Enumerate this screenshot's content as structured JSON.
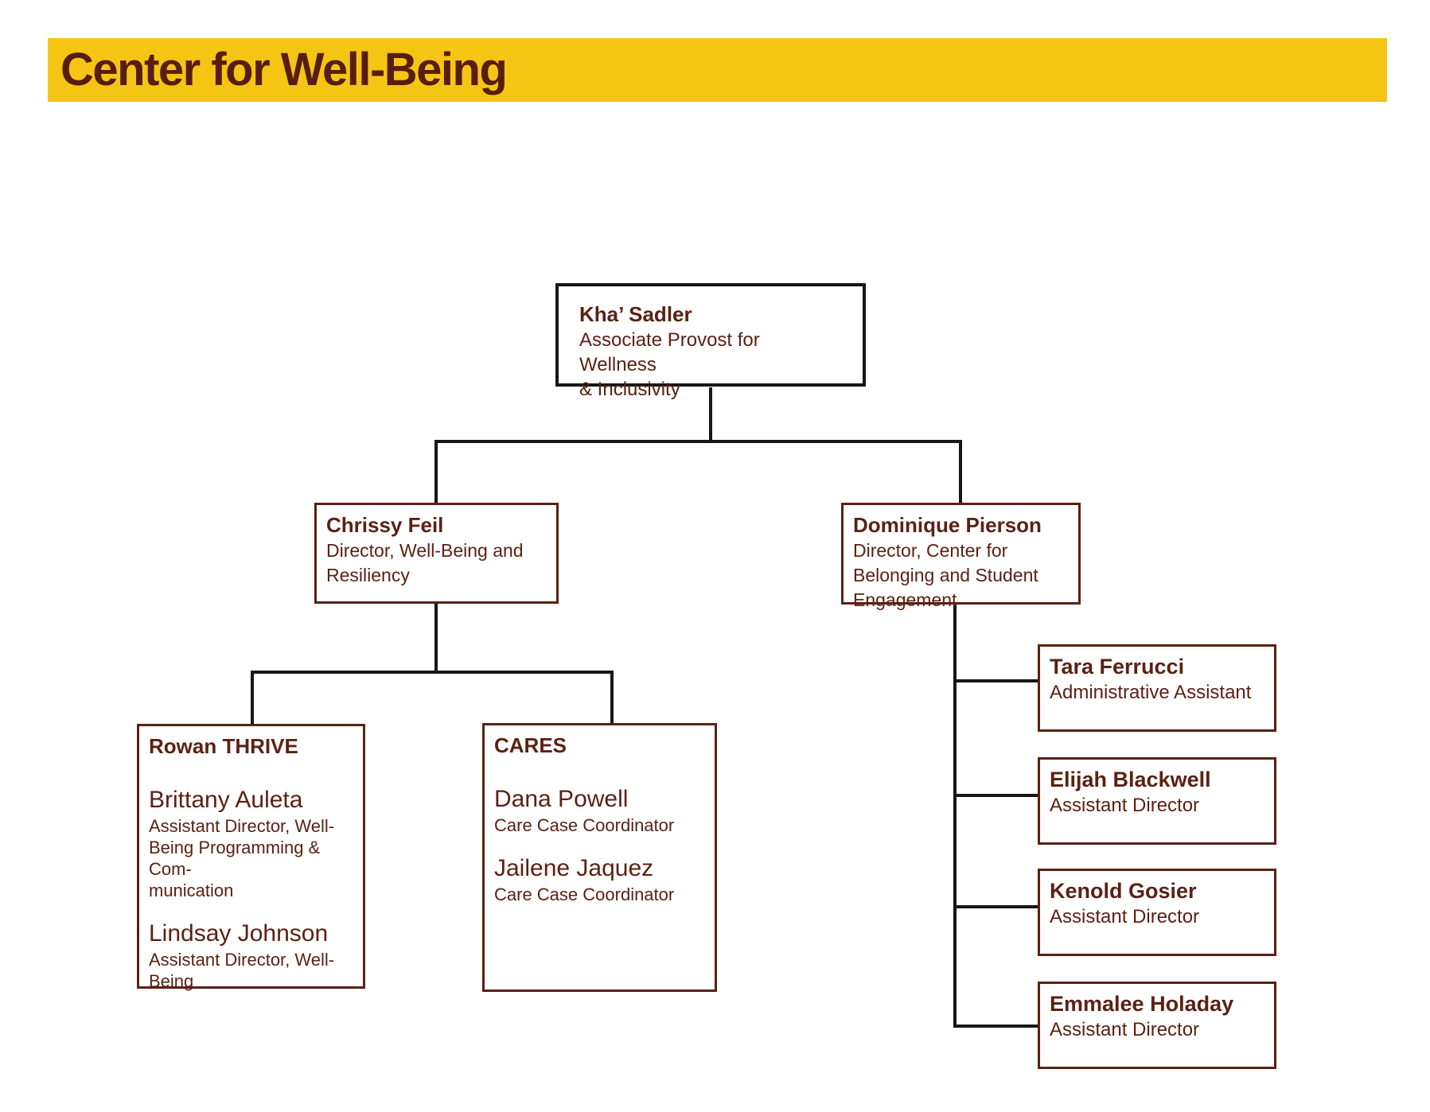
{
  "header": {
    "title": "Center for Well-Being"
  },
  "colors": {
    "gold": "#F5C514",
    "brown": "#5B2113",
    "line": "#161616",
    "paper": "#FFFFFF"
  },
  "chart": {
    "root": {
      "name": "Kha’ Sadler",
      "title": "Associate Provost for Wellness\n& Inclusivity"
    },
    "directors": [
      {
        "name": "Chrissy Feil",
        "title": "Director, Well-Being and\nResiliency"
      },
      {
        "name": "Dominique Pierson",
        "title": "Director, Center for\nBelonging and Student\nEngagement"
      }
    ],
    "teams": [
      {
        "name": "Rowan THRIVE",
        "members": [
          {
            "name": "Brittany Auleta",
            "title": "Assistant Director, Well-\nBeing Programming & Com-\nmunication"
          },
          {
            "name": "Lindsay Johnson",
            "title": "Assistant Director, Well-\nBeing"
          }
        ]
      },
      {
        "name": "CARES",
        "members": [
          {
            "name": "Dana Powell",
            "title": "Care Case Coordinator"
          },
          {
            "name": "Jailene Jaquez",
            "title": "Care Case Coordinator"
          }
        ]
      }
    ],
    "staff": [
      {
        "name": "Tara Ferrucci",
        "title": "Administrative Assistant"
      },
      {
        "name": "Elijah Blackwell",
        "title": "Assistant Director"
      },
      {
        "name": "Kenold Gosier",
        "title": "Assistant Director"
      },
      {
        "name": "Emmalee Holaday",
        "title": "Assistant Director"
      }
    ]
  }
}
